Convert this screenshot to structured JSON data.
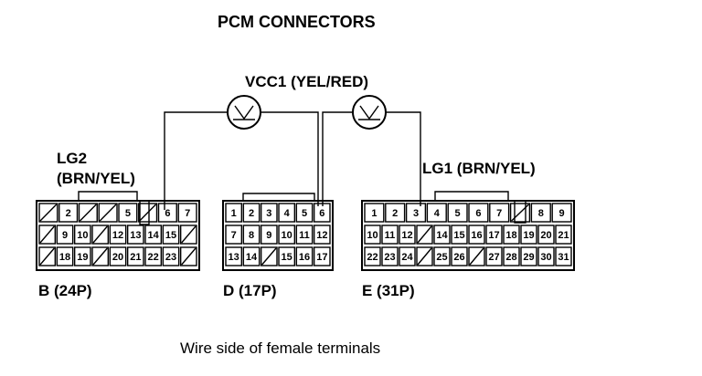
{
  "title": "PCM CONNECTORS",
  "vcc_label": "VCC1 (YEL/RED)",
  "lg2_label": [
    "LG2",
    "(BRN/YEL)"
  ],
  "lg1_label": "LG1 (BRN/YEL)",
  "caption": "Wire side of female terminals",
  "meter_icon": "voltmeter-icon",
  "connectors": [
    {
      "id": "B",
      "label": "B (24P)",
      "rows": [
        [
          "",
          "2",
          "",
          "",
          "5",
          "",
          "6",
          "7"
        ],
        [
          "",
          "9",
          "10",
          "",
          "12",
          "13",
          "14",
          "15",
          ""
        ],
        [
          "",
          "18",
          "19",
          "",
          "20",
          "21",
          "22",
          "23",
          ""
        ]
      ]
    },
    {
      "id": "D",
      "label": "D (17P)",
      "rows": [
        [
          "1",
          "2",
          "3",
          "4",
          "5",
          "6"
        ],
        [
          "7",
          "8",
          "9",
          "10",
          "11",
          "12"
        ],
        [
          "13",
          "14",
          "",
          "15",
          "16",
          "17"
        ]
      ]
    },
    {
      "id": "E",
      "label": "E (31P)",
      "rows": [
        [
          "1",
          "2",
          "3",
          "4",
          "5",
          "6",
          "7",
          "",
          "8",
          "9"
        ],
        [
          "10",
          "11",
          "12",
          "",
          "14",
          "15",
          "16",
          "17",
          "18",
          "19",
          "20",
          "21"
        ],
        [
          "22",
          "23",
          "24",
          "",
          "25",
          "26",
          "",
          "27",
          "28",
          "29",
          "30",
          "31"
        ]
      ]
    }
  ]
}
